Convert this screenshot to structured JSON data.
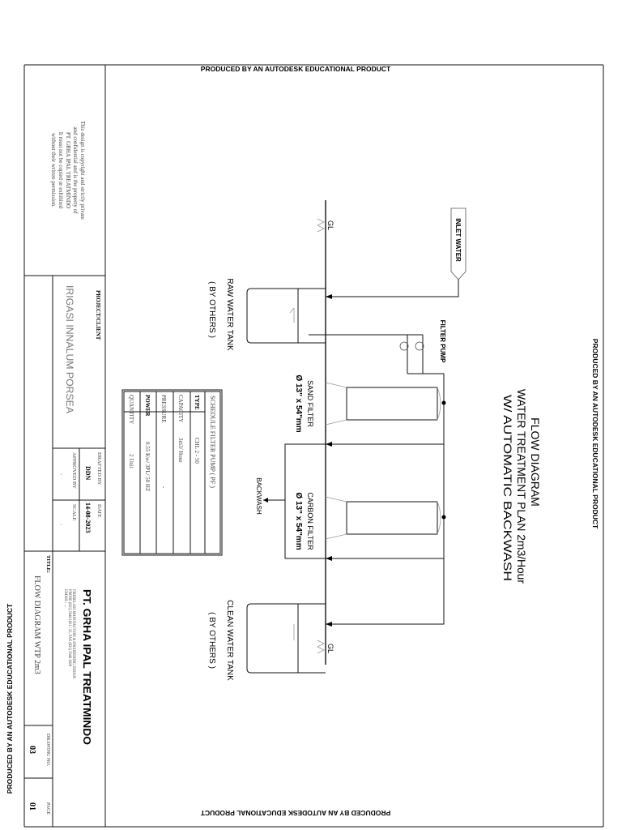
{
  "watermark": "PRODUCED BY AN AUTODESK EDUCATIONAL PRODUCT",
  "drawing": {
    "title_lines": [
      "FLOW DIAGRAM",
      "WATER TREATMENT PLAN 2m3/Hour",
      "W/ AUTOMATIC BACKWASH"
    ],
    "inlet_label": "INLET WATER",
    "filter_pump_label": "FILTER PUMP",
    "ground_level_label": "GL",
    "raw_tank": {
      "name": "RAW WATER TANK",
      "note": "( BY OTHERS )"
    },
    "clean_tank": {
      "name": "CLEAN WATER TANK",
      "note": "( BY OTHERS )"
    },
    "sand_filter": {
      "name": "SAND FILTER",
      "size": "Ø 13\" x 54\"mm"
    },
    "carbon_filter": {
      "name": "CARBON FILTER",
      "size": "Ø 13\" x 54\"mm"
    },
    "backwash_label": "BACKWASH"
  },
  "schedule": {
    "title": "SCHEDULE FILTER PUMP ( PF )",
    "rows": [
      {
        "label": "TYPE",
        "value": "CHL 2 - 50"
      },
      {
        "label": "CAPACITY",
        "value": "3m3/ Hour"
      },
      {
        "label": "PRESSURE",
        "value": "-"
      },
      {
        "label": "POWER",
        "value": "0.55 Kw/ 3PL/ 50 HZ"
      },
      {
        "label": "QUANTITY",
        "value": "2 Unit"
      }
    ]
  },
  "title_block": {
    "copyright": [
      "This design is copyright and strictly private",
      "and confidential and is the property of",
      "PT. GRHA IPAL TREATMINDO",
      "It must not be copied or exhibited",
      "without their written permission."
    ],
    "project_label": "PROJECT/CLIENT",
    "project_value": "IRIGASI INNALUM PORSEA",
    "drafted_label": "DRAFTED BY",
    "drafted_value": "DDN",
    "date_label": "DATE",
    "date_value": "14-08-2023",
    "approved_label": "APPROVED BY",
    "approved_value": "-",
    "scale_label": "SCALE",
    "scale_value": "-",
    "company": "PT. GRHA IPAL TREATMINDO",
    "company_sub": [
      "FIBERGLASS MANUFACTURE & ENGINEERING DESIGN",
      "PHONE (021) 5948 1021 / 22, FAX (021) 5948 1020",
      "EMAIL: ..."
    ],
    "title_label": "TITLE:",
    "title_value": "FLOW DIAGRAM WTP 2m3",
    "drawing_no_label": "DRAWING NO.",
    "drawing_no_value": "03",
    "page_label": "PAGE",
    "page_value": "01"
  }
}
